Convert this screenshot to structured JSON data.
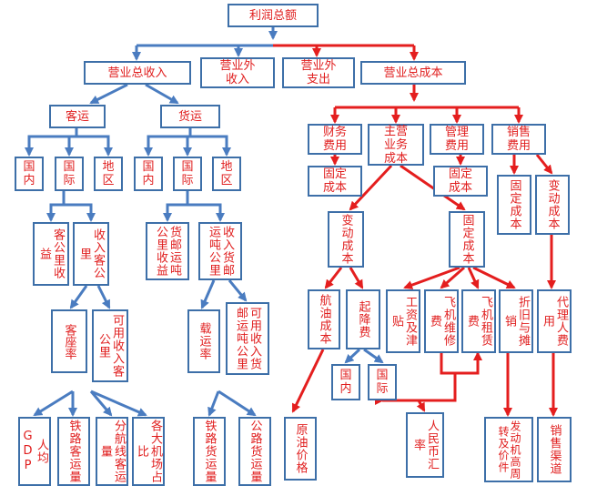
{
  "colors": {
    "blue": "#4a7cc0",
    "red": "#e41e1e",
    "border": "#3d6fa8",
    "text": "#e01e1e"
  },
  "nodes": {
    "total_profit": "利润总额",
    "op_revenue": "营业总收入",
    "non_op_revenue": "营业外\n收入",
    "non_op_expense": "营业外\n支出",
    "op_cost": "营业总成本",
    "passenger": "客运",
    "cargo": "货运",
    "p_domestic": "国\n内",
    "p_intl": "国\n际",
    "p_region": "地\n区",
    "c_domestic": "国\n内",
    "c_intl": "国\n际",
    "c_region": "地\n区",
    "pax_km_yield": "客公里收益",
    "revenue_pax_km": "收入客公里",
    "cargo_tonkm_yield": "货邮运吨公里收益",
    "revenue_cargo_tonkm": "收入货邮运吨公里",
    "load_factor_pax": "客座率",
    "available_pax_km": "可用收入客公里",
    "load_factor_cargo": "载运率",
    "available_cargo_tonkm": "可用收入货邮运吨公里",
    "gdp_per_capita": "人均GDP",
    "rail_pax": "铁路客运量",
    "route_pax": "分航线客运量",
    "airport_share": "各大机场占比",
    "rail_cargo": "铁路货运量",
    "road_cargo": "公路货运量",
    "finance_cost": "财务\n费用",
    "main_cost": "主营\n业务\n成本",
    "admin_cost": "管理\n费用",
    "sales_cost": "销售\n费用",
    "fixed_cost_fin": "固定\n成本",
    "fixed_cost_admin": "固定\n成本",
    "sales_fixed": "固定成本",
    "sales_variable": "变动成本",
    "variable_cost": "变动成本",
    "fixed_cost_main": "固定成本",
    "fuel_cost": "航油成本",
    "landing_fee": "起降费",
    "salary": "工资及津贴",
    "maintenance": "飞机维修费",
    "lease": "飞机租赁费",
    "depreciation": "折旧与摊销",
    "agent_fee": "代理人费用",
    "lf_domestic": "国\n内",
    "lf_intl": "国\n际",
    "oil_price": "原油价格",
    "rmb_rate": "人民币汇率",
    "util_rate": "发动机高周转及价件",
    "sales_channel": "销售渠道"
  }
}
